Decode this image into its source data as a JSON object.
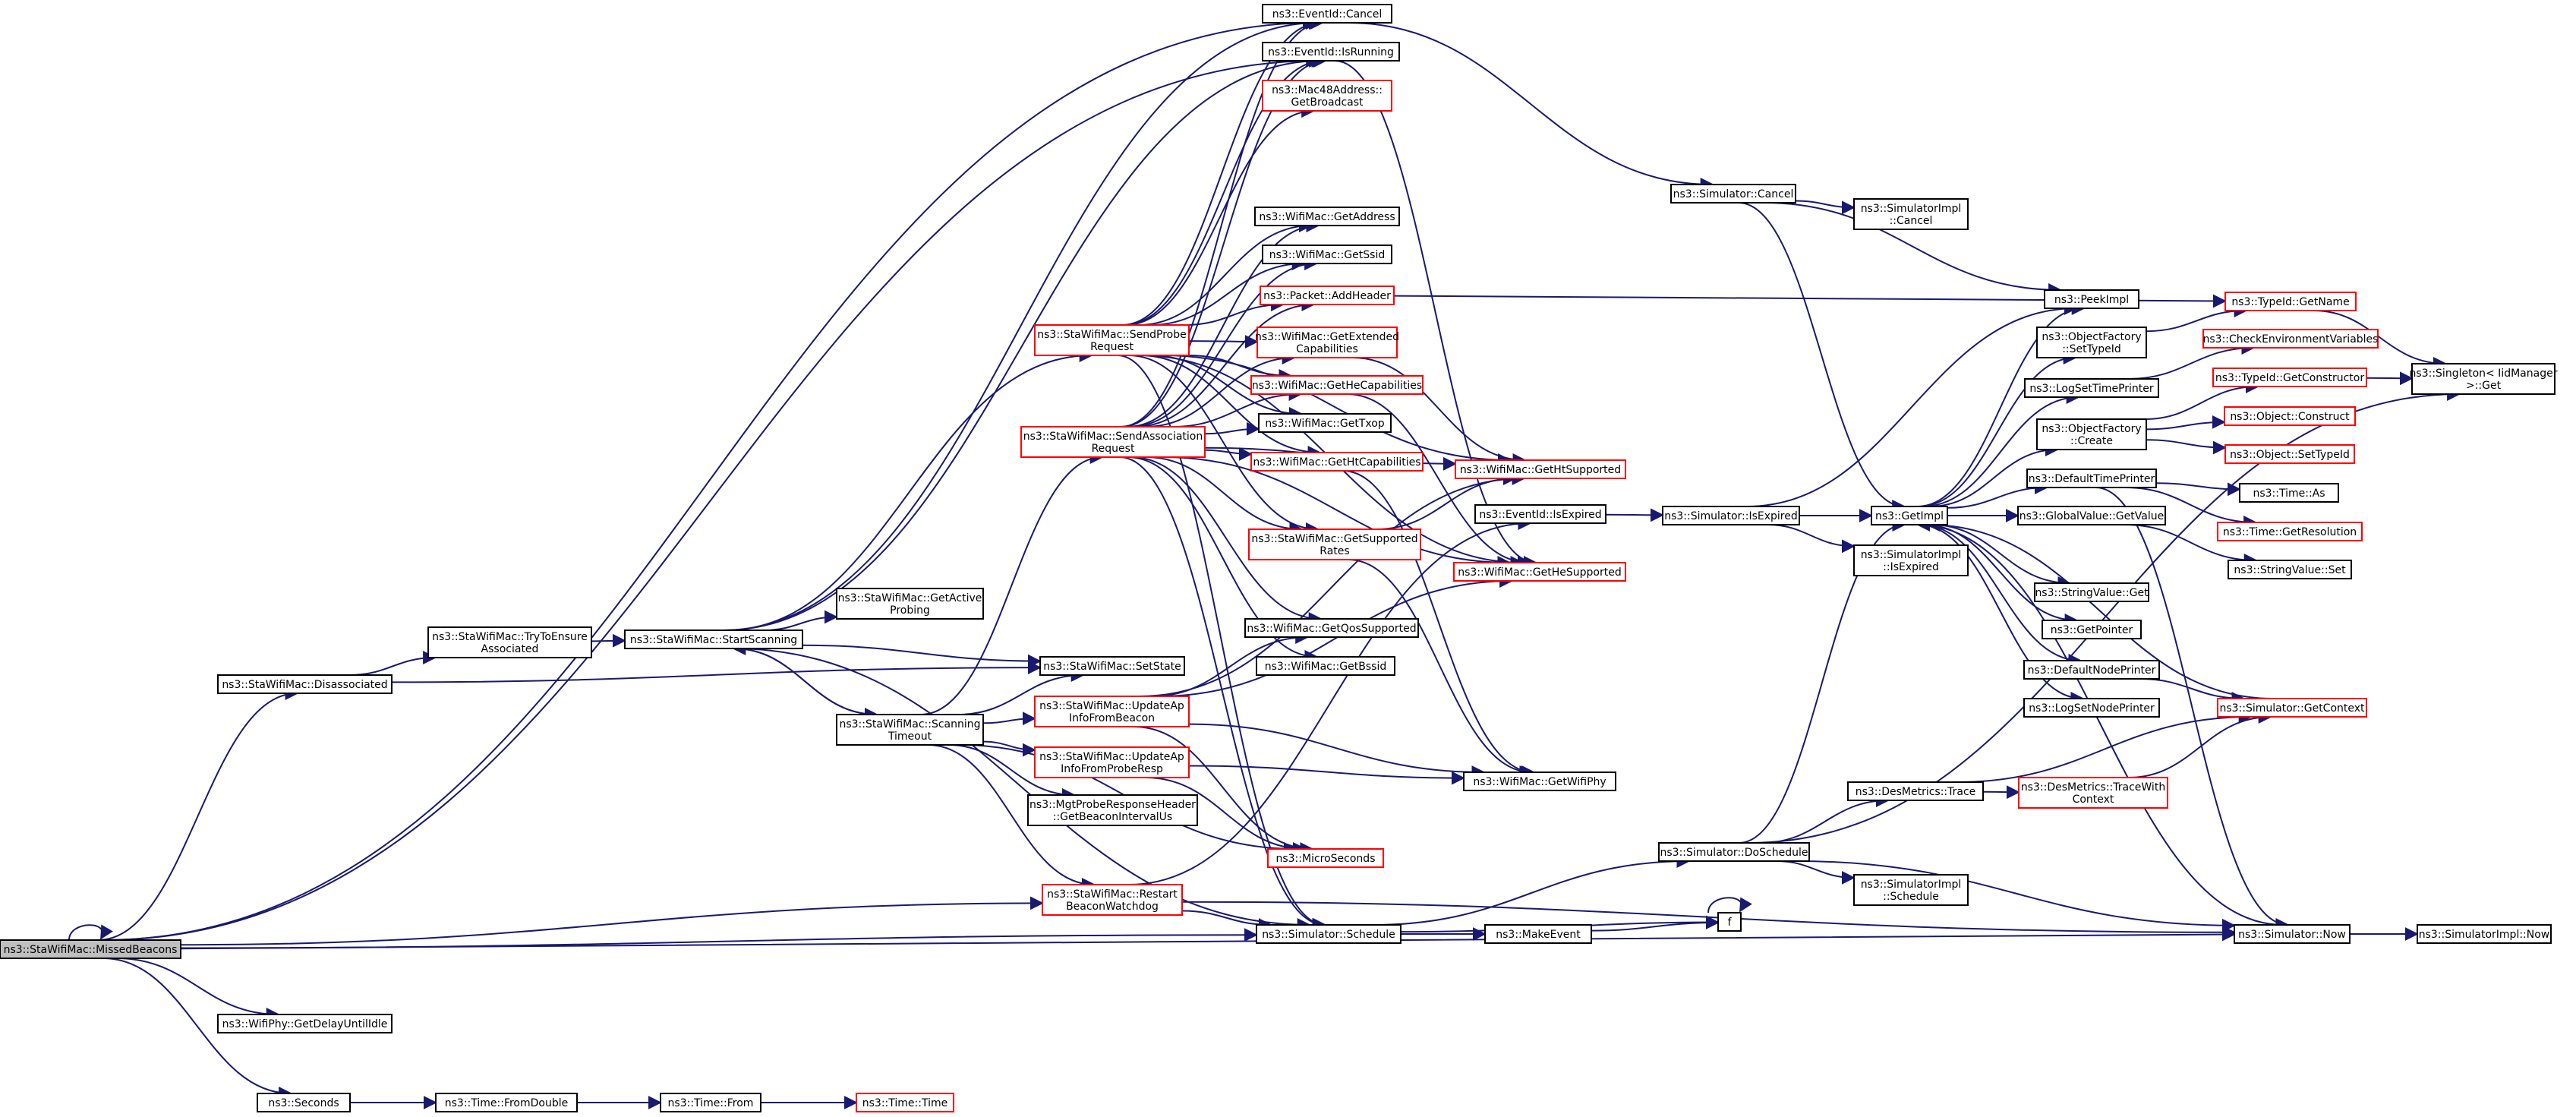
{
  "diagram": {
    "colors": {
      "edge": "#191970",
      "truncated_border": "#ff0000",
      "normal_border": "#000000",
      "root_fill": "#bfbfbf"
    },
    "nodes": {
      "missed_beacons": {
        "lines": [
          "ns3::StaWifiMac::MissedBeacons"
        ],
        "style": "root"
      },
      "disassociated": {
        "lines": [
          "ns3::StaWifiMac::Disassociated"
        ],
        "style": "normal"
      },
      "try_to_ensure": {
        "lines": [
          "ns3::StaWifiMac::TryToEnsure",
          "Associated"
        ],
        "style": "normal"
      },
      "start_scanning": {
        "lines": [
          "ns3::StaWifiMac::StartScanning"
        ],
        "style": "normal"
      },
      "get_active_probing": {
        "lines": [
          "ns3::StaWifiMac::GetActive",
          "Probing"
        ],
        "style": "normal"
      },
      "scanning_timeout": {
        "lines": [
          "ns3::StaWifiMac::Scanning",
          "Timeout"
        ],
        "style": "normal"
      },
      "send_probe_request": {
        "lines": [
          "ns3::StaWifiMac::SendProbe",
          "Request"
        ],
        "style": "red"
      },
      "send_assoc_request": {
        "lines": [
          "ns3::StaWifiMac::SendAssociation",
          "Request"
        ],
        "style": "red"
      },
      "update_ap_beacon": {
        "lines": [
          "ns3::StaWifiMac::UpdateAp",
          "InfoFromBeacon"
        ],
        "style": "red"
      },
      "update_ap_probe": {
        "lines": [
          "ns3::StaWifiMac::UpdateAp",
          "InfoFromProbeResp"
        ],
        "style": "red"
      },
      "mgt_probe_resp": {
        "lines": [
          "ns3::MgtProbeResponseHeader",
          "::GetBeaconIntervalUs"
        ],
        "style": "normal"
      },
      "restart_watchdog": {
        "lines": [
          "ns3::StaWifiMac::Restart",
          "BeaconWatchdog"
        ],
        "style": "red"
      },
      "get_delay_until_idle": {
        "lines": [
          "ns3::WifiPhy::GetDelayUntilIdle"
        ],
        "style": "normal"
      },
      "seconds": {
        "lines": [
          "ns3::Seconds"
        ],
        "style": "normal"
      },
      "from_double": {
        "lines": [
          "ns3::Time::FromDouble"
        ],
        "style": "normal"
      },
      "time_from": {
        "lines": [
          "ns3::Time::From"
        ],
        "style": "normal"
      },
      "time_time": {
        "lines": [
          "ns3::Time::Time"
        ],
        "style": "red"
      },
      "set_state": {
        "lines": [
          "ns3::StaWifiMac::SetState"
        ],
        "style": "normal"
      },
      "event_cancel": {
        "lines": [
          "ns3::EventId::Cancel"
        ],
        "style": "normal"
      },
      "event_is_running": {
        "lines": [
          "ns3::EventId::IsRunning"
        ],
        "style": "normal"
      },
      "mac48_broadcast": {
        "lines": [
          "ns3::Mac48Address::",
          "GetBroadcast"
        ],
        "style": "red"
      },
      "get_address": {
        "lines": [
          "ns3::WifiMac::GetAddress"
        ],
        "style": "normal"
      },
      "get_ssid": {
        "lines": [
          "ns3::WifiMac::GetSsid"
        ],
        "style": "normal"
      },
      "packet_add_header": {
        "lines": [
          "ns3::Packet::AddHeader"
        ],
        "style": "red"
      },
      "get_ext_caps": {
        "lines": [
          "ns3::WifiMac::GetExtended",
          "Capabilities"
        ],
        "style": "red"
      },
      "get_he_caps": {
        "lines": [
          "ns3::WifiMac::GetHeCapabilities"
        ],
        "style": "red"
      },
      "get_txop": {
        "lines": [
          "ns3::WifiMac::GetTxop"
        ],
        "style": "normal"
      },
      "get_ht_caps": {
        "lines": [
          "ns3::WifiMac::GetHtCapabilities"
        ],
        "style": "red"
      },
      "get_supported_rates": {
        "lines": [
          "ns3::StaWifiMac::GetSupported",
          "Rates"
        ],
        "style": "red"
      },
      "get_qos_supported": {
        "lines": [
          "ns3::WifiMac::GetQosSupported"
        ],
        "style": "normal"
      },
      "get_bssid": {
        "lines": [
          "ns3::WifiMac::GetBssid"
        ],
        "style": "normal"
      },
      "micro_seconds": {
        "lines": [
          "ns3::MicroSeconds"
        ],
        "style": "red"
      },
      "sim_schedule": {
        "lines": [
          "ns3::Simulator::Schedule"
        ],
        "style": "normal"
      },
      "make_event": {
        "lines": [
          "ns3::MakeEvent"
        ],
        "style": "normal"
      },
      "f_node": {
        "lines": [
          "f"
        ],
        "style": "normal"
      },
      "get_ht_supported": {
        "lines": [
          "ns3::WifiMac::GetHtSupported"
        ],
        "style": "red"
      },
      "event_is_expired": {
        "lines": [
          "ns3::EventId::IsExpired"
        ],
        "style": "normal"
      },
      "get_he_supported": {
        "lines": [
          "ns3::WifiMac::GetHeSupported"
        ],
        "style": "red"
      },
      "get_wifi_phy": {
        "lines": [
          "ns3::WifiMac::GetWifiPhy"
        ],
        "style": "normal"
      },
      "sim_cancel": {
        "lines": [
          "ns3::Simulator::Cancel"
        ],
        "style": "normal"
      },
      "simimpl_cancel": {
        "lines": [
          "ns3::SimulatorImpl",
          "::Cancel"
        ],
        "style": "normal"
      },
      "sim_is_expired": {
        "lines": [
          "ns3::Simulator::IsExpired"
        ],
        "style": "normal"
      },
      "simimpl_is_expired": {
        "lines": [
          "ns3::SimulatorImpl",
          "::IsExpired"
        ],
        "style": "normal"
      },
      "sim_do_schedule": {
        "lines": [
          "ns3::Simulator::DoSchedule"
        ],
        "style": "normal"
      },
      "simimpl_schedule": {
        "lines": [
          "ns3::SimulatorImpl",
          "::Schedule"
        ],
        "style": "normal"
      },
      "des_trace": {
        "lines": [
          "ns3::DesMetrics::Trace"
        ],
        "style": "normal"
      },
      "des_trace_ctx": {
        "lines": [
          "ns3::DesMetrics::TraceWith",
          "Context"
        ],
        "style": "red"
      },
      "get_impl": {
        "lines": [
          "ns3::GetImpl"
        ],
        "style": "normal"
      },
      "peek_impl": {
        "lines": [
          "ns3::PeekImpl"
        ],
        "style": "normal"
      },
      "obj_factory_set_type": {
        "lines": [
          "ns3::ObjectFactory",
          "::SetTypeId"
        ],
        "style": "normal"
      },
      "log_set_time_printer": {
        "lines": [
          "ns3::LogSetTimePrinter"
        ],
        "style": "normal"
      },
      "obj_factory_create": {
        "lines": [
          "ns3::ObjectFactory",
          "::Create"
        ],
        "style": "normal"
      },
      "default_time_printer": {
        "lines": [
          "ns3::DefaultTimePrinter"
        ],
        "style": "normal"
      },
      "global_value_get": {
        "lines": [
          "ns3::GlobalValue::GetValue"
        ],
        "style": "normal"
      },
      "string_value_get": {
        "lines": [
          "ns3::StringValue::Get"
        ],
        "style": "normal"
      },
      "get_pointer": {
        "lines": [
          "ns3::GetPointer"
        ],
        "style": "normal"
      },
      "default_node_printer": {
        "lines": [
          "ns3::DefaultNodePrinter"
        ],
        "style": "normal"
      },
      "log_set_node_printer": {
        "lines": [
          "ns3::LogSetNodePrinter"
        ],
        "style": "normal"
      },
      "sim_get_context": {
        "lines": [
          "ns3::Simulator::GetContext"
        ],
        "style": "red"
      },
      "sim_now": {
        "lines": [
          "ns3::Simulator::Now"
        ],
        "style": "normal"
      },
      "simimpl_now": {
        "lines": [
          "ns3::SimulatorImpl::Now"
        ],
        "style": "normal"
      },
      "typeid_get_name": {
        "lines": [
          "ns3::TypeId::GetName"
        ],
        "style": "red"
      },
      "check_env_vars": {
        "lines": [
          "ns3::CheckEnvironmentVariables"
        ],
        "style": "red"
      },
      "typeid_get_ctor": {
        "lines": [
          "ns3::TypeId::GetConstructor"
        ],
        "style": "red"
      },
      "object_construct": {
        "lines": [
          "ns3::Object::Construct"
        ],
        "style": "red"
      },
      "object_set_type": {
        "lines": [
          "ns3::Object::SetTypeId"
        ],
        "style": "red"
      },
      "time_as": {
        "lines": [
          "ns3::Time::As"
        ],
        "style": "normal"
      },
      "time_get_resolution": {
        "lines": [
          "ns3::Time::GetResolution"
        ],
        "style": "red"
      },
      "string_value_set": {
        "lines": [
          "ns3::StringValue::Set"
        ],
        "style": "normal"
      },
      "singleton_get": {
        "lines": [
          "ns3::Singleton< IidManager",
          " >::Get"
        ],
        "style": "normal"
      }
    },
    "edges": [
      [
        "missed_beacons",
        "missed_beacons"
      ],
      [
        "missed_beacons",
        "disassociated"
      ],
      [
        "missed_beacons",
        "event_cancel"
      ],
      [
        "missed_beacons",
        "event_is_running"
      ],
      [
        "missed_beacons",
        "get_delay_until_idle"
      ],
      [
        "missed_beacons",
        "seconds"
      ],
      [
        "missed_beacons",
        "restart_watchdog"
      ],
      [
        "missed_beacons",
        "sim_schedule"
      ],
      [
        "missed_beacons",
        "sim_now"
      ],
      [
        "disassociated",
        "try_to_ensure"
      ],
      [
        "disassociated",
        "set_state"
      ],
      [
        "try_to_ensure",
        "start_scanning"
      ],
      [
        "start_scanning",
        "get_active_probing"
      ],
      [
        "start_scanning",
        "scanning_timeout"
      ],
      [
        "start_scanning",
        "send_probe_request"
      ],
      [
        "start_scanning",
        "set_state"
      ],
      [
        "start_scanning",
        "event_cancel"
      ],
      [
        "start_scanning",
        "event_is_running"
      ],
      [
        "start_scanning",
        "sim_schedule"
      ],
      [
        "scanning_timeout",
        "start_scanning"
      ],
      [
        "scanning_timeout",
        "send_assoc_request"
      ],
      [
        "scanning_timeout",
        "set_state"
      ],
      [
        "scanning_timeout",
        "update_ap_beacon"
      ],
      [
        "scanning_timeout",
        "update_ap_probe"
      ],
      [
        "scanning_timeout",
        "mgt_probe_resp"
      ],
      [
        "scanning_timeout",
        "restart_watchdog"
      ],
      [
        "scanning_timeout",
        "micro_seconds"
      ],
      [
        "send_probe_request",
        "event_cancel"
      ],
      [
        "send_probe_request",
        "event_is_running"
      ],
      [
        "send_probe_request",
        "mac48_broadcast"
      ],
      [
        "send_probe_request",
        "get_address"
      ],
      [
        "send_probe_request",
        "get_ssid"
      ],
      [
        "send_probe_request",
        "packet_add_header"
      ],
      [
        "send_probe_request",
        "get_ext_caps"
      ],
      [
        "send_probe_request",
        "get_he_caps"
      ],
      [
        "send_probe_request",
        "get_txop"
      ],
      [
        "send_probe_request",
        "get_ht_caps"
      ],
      [
        "send_probe_request",
        "get_supported_rates"
      ],
      [
        "send_probe_request",
        "get_ht_supported"
      ],
      [
        "send_probe_request",
        "get_he_supported"
      ],
      [
        "send_probe_request",
        "sim_schedule"
      ],
      [
        "send_assoc_request",
        "event_cancel"
      ],
      [
        "send_assoc_request",
        "event_is_running"
      ],
      [
        "send_assoc_request",
        "get_address"
      ],
      [
        "send_assoc_request",
        "get_ssid"
      ],
      [
        "send_assoc_request",
        "packet_add_header"
      ],
      [
        "send_assoc_request",
        "get_ext_caps"
      ],
      [
        "send_assoc_request",
        "get_he_caps"
      ],
      [
        "send_assoc_request",
        "get_txop"
      ],
      [
        "send_assoc_request",
        "get_ht_caps"
      ],
      [
        "send_assoc_request",
        "get_supported_rates"
      ],
      [
        "send_assoc_request",
        "get_qos_supported"
      ],
      [
        "send_assoc_request",
        "get_bssid"
      ],
      [
        "send_assoc_request",
        "get_ht_supported"
      ],
      [
        "send_assoc_request",
        "get_he_supported"
      ],
      [
        "send_assoc_request",
        "sim_schedule"
      ],
      [
        "update_ap_beacon",
        "get_qos_supported"
      ],
      [
        "update_ap_beacon",
        "get_ht_supported"
      ],
      [
        "update_ap_beacon",
        "get_he_supported"
      ],
      [
        "update_ap_beacon",
        "get_wifi_phy"
      ],
      [
        "update_ap_beacon",
        "micro_seconds"
      ],
      [
        "update_ap_probe",
        "micro_seconds"
      ],
      [
        "update_ap_probe",
        "get_wifi_phy"
      ],
      [
        "restart_watchdog",
        "event_is_expired"
      ],
      [
        "restart_watchdog",
        "sim_schedule"
      ],
      [
        "restart_watchdog",
        "sim_now"
      ],
      [
        "get_supported_rates",
        "get_ht_supported"
      ],
      [
        "get_supported_rates",
        "get_wifi_phy"
      ],
      [
        "get_he_caps",
        "get_he_supported"
      ],
      [
        "get_ht_caps",
        "get_wifi_phy"
      ],
      [
        "get_ext_caps",
        "get_ht_supported"
      ],
      [
        "event_is_running",
        "get_he_supported"
      ],
      [
        "event_cancel",
        "sim_cancel"
      ],
      [
        "event_is_expired",
        "sim_is_expired"
      ],
      [
        "sim_schedule",
        "make_event"
      ],
      [
        "sim_schedule",
        "f_node"
      ],
      [
        "sim_schedule",
        "sim_do_schedule"
      ],
      [
        "make_event",
        "f_node"
      ],
      [
        "f_node",
        "f_node"
      ],
      [
        "sim_cancel",
        "simimpl_cancel"
      ],
      [
        "sim_cancel",
        "peek_impl"
      ],
      [
        "sim_cancel",
        "get_impl"
      ],
      [
        "sim_is_expired",
        "get_impl"
      ],
      [
        "sim_is_expired",
        "simimpl_is_expired"
      ],
      [
        "sim_is_expired",
        "peek_impl"
      ],
      [
        "sim_do_schedule",
        "get_impl"
      ],
      [
        "sim_do_schedule",
        "simimpl_schedule"
      ],
      [
        "sim_do_schedule",
        "des_trace"
      ],
      [
        "sim_do_schedule",
        "sim_now"
      ],
      [
        "sim_do_schedule",
        "singleton_get"
      ],
      [
        "des_trace",
        "des_trace_ctx"
      ],
      [
        "des_trace",
        "sim_get_context"
      ],
      [
        "des_trace_ctx",
        "sim_get_context"
      ],
      [
        "sim_get_context",
        "get_impl"
      ],
      [
        "sim_now",
        "get_impl"
      ],
      [
        "sim_now",
        "simimpl_now"
      ],
      [
        "get_impl",
        "peek_impl"
      ],
      [
        "get_impl",
        "obj_factory_set_type"
      ],
      [
        "get_impl",
        "log_set_time_printer"
      ],
      [
        "get_impl",
        "obj_factory_create"
      ],
      [
        "get_impl",
        "default_time_printer"
      ],
      [
        "get_impl",
        "global_value_get"
      ],
      [
        "get_impl",
        "string_value_get"
      ],
      [
        "get_impl",
        "get_pointer"
      ],
      [
        "get_impl",
        "default_node_printer"
      ],
      [
        "get_impl",
        "log_set_node_printer"
      ],
      [
        "obj_factory_set_type",
        "typeid_get_name"
      ],
      [
        "log_set_time_printer",
        "check_env_vars"
      ],
      [
        "obj_factory_create",
        "typeid_get_ctor"
      ],
      [
        "obj_factory_create",
        "object_construct"
      ],
      [
        "obj_factory_create",
        "object_set_type"
      ],
      [
        "default_time_printer",
        "time_as"
      ],
      [
        "default_time_printer",
        "time_get_resolution"
      ],
      [
        "default_time_printer",
        "sim_now"
      ],
      [
        "global_value_get",
        "string_value_set"
      ],
      [
        "default_node_printer",
        "sim_get_context"
      ],
      [
        "typeid_get_name",
        "singleton_get"
      ],
      [
        "typeid_get_ctor",
        "singleton_get"
      ],
      [
        "packet_add_header",
        "typeid_get_name"
      ],
      [
        "seconds",
        "from_double"
      ],
      [
        "from_double",
        "time_from"
      ],
      [
        "time_from",
        "time_time"
      ]
    ]
  }
}
